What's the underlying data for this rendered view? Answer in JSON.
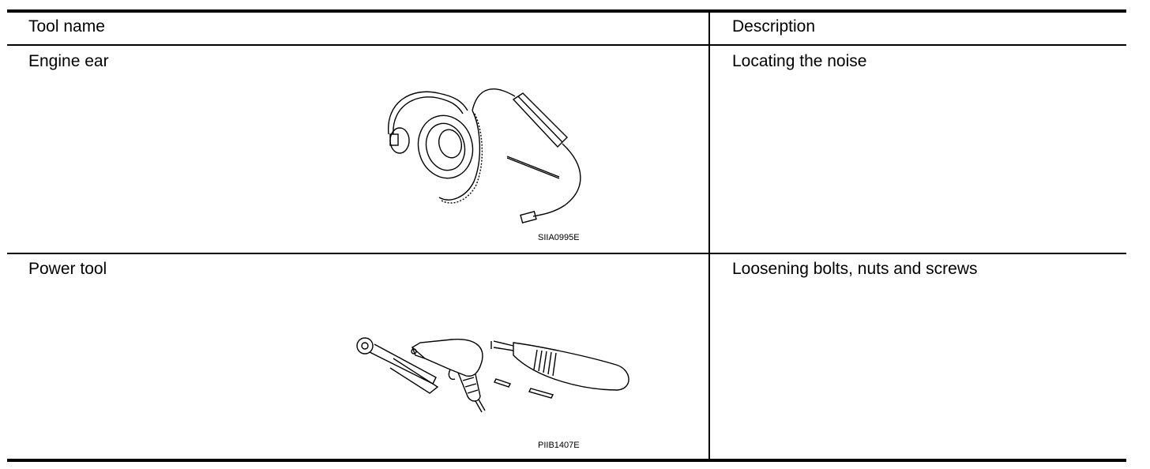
{
  "table": {
    "headers": {
      "tool_name": "Tool name",
      "description": "Description"
    },
    "rows": [
      {
        "tool_name": "Engine ear",
        "description": "Locating the noise",
        "figure_code": "SIIA0995E",
        "figure_icon": "headphones-stethoscope-icon"
      },
      {
        "tool_name": "Power tool",
        "description": "Loosening bolts, nuts and screws",
        "figure_code": "PIIB1407E",
        "figure_icon": "power-tools-icon"
      }
    ]
  }
}
